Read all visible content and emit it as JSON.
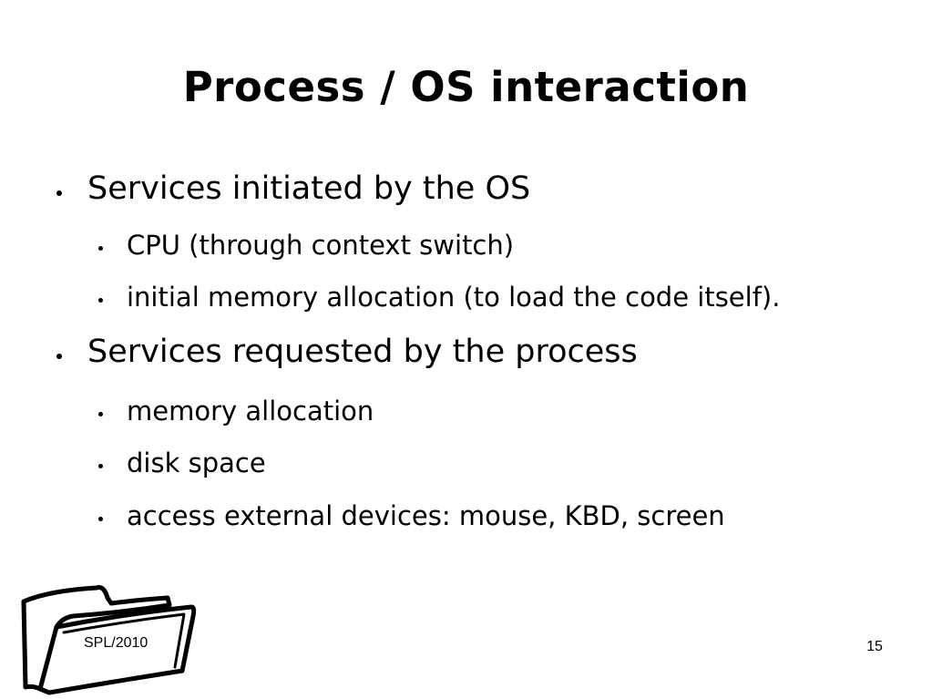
{
  "slide": {
    "title": "Process / OS interaction",
    "bullets": [
      {
        "text": "Services initiated by the OS",
        "children": [
          "CPU (through context switch)",
          "initial memory allocation (to load the code itself)."
        ]
      },
      {
        "text": "Services requested by the process",
        "children": [
          "memory allocation",
          "disk space",
          "access external devices: mouse, KBD, screen"
        ]
      }
    ],
    "footer_text": "SPL/2010",
    "page_number": "15",
    "footer_icon": "folder-icon"
  }
}
